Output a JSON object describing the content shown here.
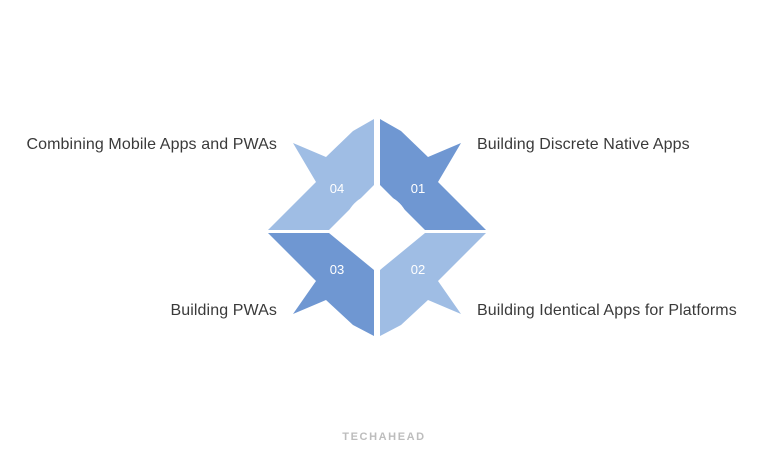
{
  "colors": {
    "dark_blue": "#6f97d2",
    "light_blue": "#9fbde4",
    "label_text": "#3a3a3a",
    "brand_text": "#bdbdbd"
  },
  "steps": [
    {
      "number": "01",
      "label": "Building Discrete Native Apps",
      "color": "dark_blue"
    },
    {
      "number": "02",
      "label": "Building Identical Apps for Platforms",
      "color": "light_blue"
    },
    {
      "number": "03",
      "label": "Building PWAs",
      "color": "dark_blue"
    },
    {
      "number": "04",
      "label": "Combining Mobile Apps and PWAs",
      "color": "light_blue"
    }
  ],
  "brand": {
    "logo_text": "TECHAHEAD"
  }
}
